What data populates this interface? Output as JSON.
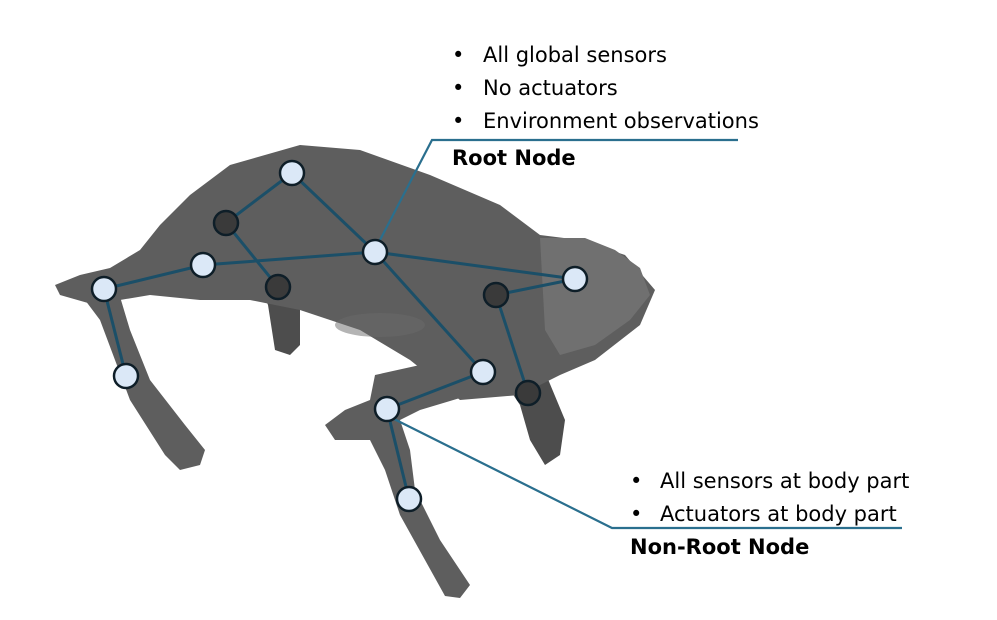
{
  "colors": {
    "body": "#5e5e5e",
    "body_dark": "#4d4d4d",
    "body_light": "#707070",
    "edge": "#1b4f68",
    "root_node_fill": "#dbe8f7",
    "hidden_node_fill": "#3a3a3a",
    "node_stroke": "#0e1e28",
    "leader_line": "#2a6f8e"
  },
  "root_annotation": {
    "heading": "Root Node",
    "bullets": [
      "All global sensors",
      "No actuators",
      "Environment observations"
    ]
  },
  "nonroot_annotation": {
    "heading": "Non-Root Node",
    "bullets": [
      "All sensors at body part",
      "Actuators at body part"
    ]
  },
  "graph": {
    "nodes": [
      {
        "id": "root",
        "kind": "visible"
      },
      {
        "id": "hip-front-upper",
        "kind": "visible"
      },
      {
        "id": "hip-front-hidden",
        "kind": "hidden"
      },
      {
        "id": "knee-front-hidden",
        "kind": "hidden"
      },
      {
        "id": "shoulder-left",
        "kind": "visible"
      },
      {
        "id": "elbow-left",
        "kind": "visible"
      },
      {
        "id": "foot-left",
        "kind": "visible"
      },
      {
        "id": "hip-rear-right",
        "kind": "visible"
      },
      {
        "id": "hip-rear-hidden",
        "kind": "hidden"
      },
      {
        "id": "knee-rear-hidden",
        "kind": "hidden"
      },
      {
        "id": "hip-rear-left",
        "kind": "visible"
      },
      {
        "id": "knee-rear-left",
        "kind": "visible"
      },
      {
        "id": "foot-rear-left",
        "kind": "visible"
      }
    ],
    "edges": [
      [
        "root",
        "hip-front-upper"
      ],
      [
        "hip-front-upper",
        "hip-front-hidden"
      ],
      [
        "hip-front-hidden",
        "knee-front-hidden"
      ],
      [
        "root",
        "shoulder-left"
      ],
      [
        "shoulder-left",
        "elbow-left"
      ],
      [
        "elbow-left",
        "foot-left"
      ],
      [
        "root",
        "hip-rear-right"
      ],
      [
        "hip-rear-right",
        "hip-rear-hidden"
      ],
      [
        "hip-rear-hidden",
        "knee-rear-hidden"
      ],
      [
        "root",
        "hip-rear-left"
      ],
      [
        "hip-rear-left",
        "knee-rear-left"
      ],
      [
        "knee-rear-left",
        "foot-rear-left"
      ]
    ]
  }
}
